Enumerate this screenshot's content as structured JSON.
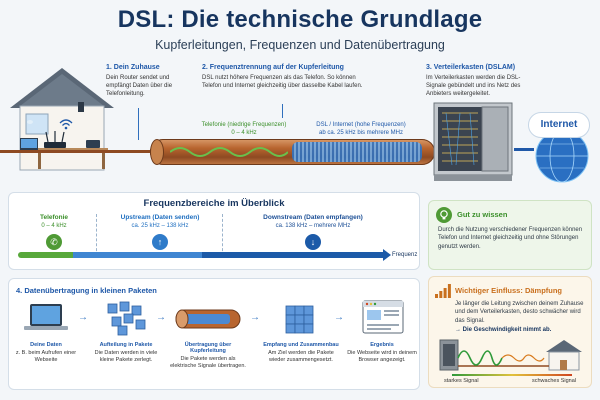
{
  "header": {
    "title": "DSL: Die technische Grundlage",
    "subtitle": "Kupferleitungen, Frequenzen und Datenübertragung"
  },
  "steps": [
    {
      "title": "1. Dein Zuhause",
      "text": "Dein Router sendet und empfängt Daten über die Telefonleitung."
    },
    {
      "title": "2. Frequenztrennung auf der Kupferleitung",
      "text": "DSL nutzt höhere Frequenzen als das Telefon. So können Telefon und Internet gleichzeitig über dasselbe Kabel laufen."
    },
    {
      "title": "3. Verteilerkasten (DSLAM)",
      "text": "Im Verteilerkasten werden die DSL-Signale gebündelt und ins Netz des Anbieters weitergeleitet."
    }
  ],
  "cable": {
    "telefonie_label": "Telefonie (niedrige Frequenzen)",
    "telefonie_range": "0 – 4 kHz",
    "dsl_label": "DSL / Internet (hohe Frequenzen)",
    "dsl_range": "ab ca. 25 kHz bis mehrere MHz"
  },
  "internet_label": "Internet",
  "frequency_overview": {
    "title": "Frequenzbereiche im Überblick",
    "bands": [
      {
        "label": "Telefonie",
        "range": "0 – 4 kHz",
        "color": "#3b8f2a",
        "icon": "phone-icon"
      },
      {
        "label": "Upstream (Daten senden)",
        "range": "ca. 25 kHz – 138 kHz",
        "color": "#1f6fc0",
        "icon": "upload-icon"
      },
      {
        "label": "Downstream (Daten empfangen)",
        "range": "ca. 138 kHz – mehrere MHz",
        "color": "#1c4f96",
        "icon": "download-icon"
      }
    ],
    "axis_label": "Frequenz"
  },
  "info_box": {
    "title": "Gut zu wissen",
    "text": "Durch die Nutzung verschiedener Frequenzen können Telefon und Internet gleichzeitig und ohne Störungen genutzt werden.",
    "accent": "#3b8f2a"
  },
  "warning_box": {
    "title": "Wichtiger Einfluss: Dämpfung",
    "text": "Je länger die Leitung zwischen deinem Zuhause und dem Verteilerkasten, desto schwächer wird das Signal.",
    "emphasis": "→ Die Geschwindigkeit nimmt ab.",
    "strong_label": "starkes Signal",
    "weak_label": "schwaches Signal",
    "accent": "#c9701e"
  },
  "packets": {
    "title": "4. Datenübertragung in kleinen Paketen",
    "steps": [
      {
        "label": "Deine Daten",
        "text": "z. B. beim Aufrufen einer Webseite",
        "icon": "laptop-icon"
      },
      {
        "label": "Aufteilung in Pakete",
        "text": "Die Daten werden in viele kleine Pakete zerlegt.",
        "icon": "cubes-icon"
      },
      {
        "label": "Übertragung über Kupferleitung",
        "text": "Die Pakete werden als elektrische Signale übertragen.",
        "icon": "copper-cable-icon"
      },
      {
        "label": "Empfang und Zusammenbau",
        "text": "Am Ziel werden die Pakete wieder zusammengesetzt.",
        "icon": "cube-stack-icon"
      },
      {
        "label": "Ergebnis",
        "text": "Die Webseite wird in deinem Browser angezeigt.",
        "icon": "browser-window-icon"
      }
    ]
  }
}
